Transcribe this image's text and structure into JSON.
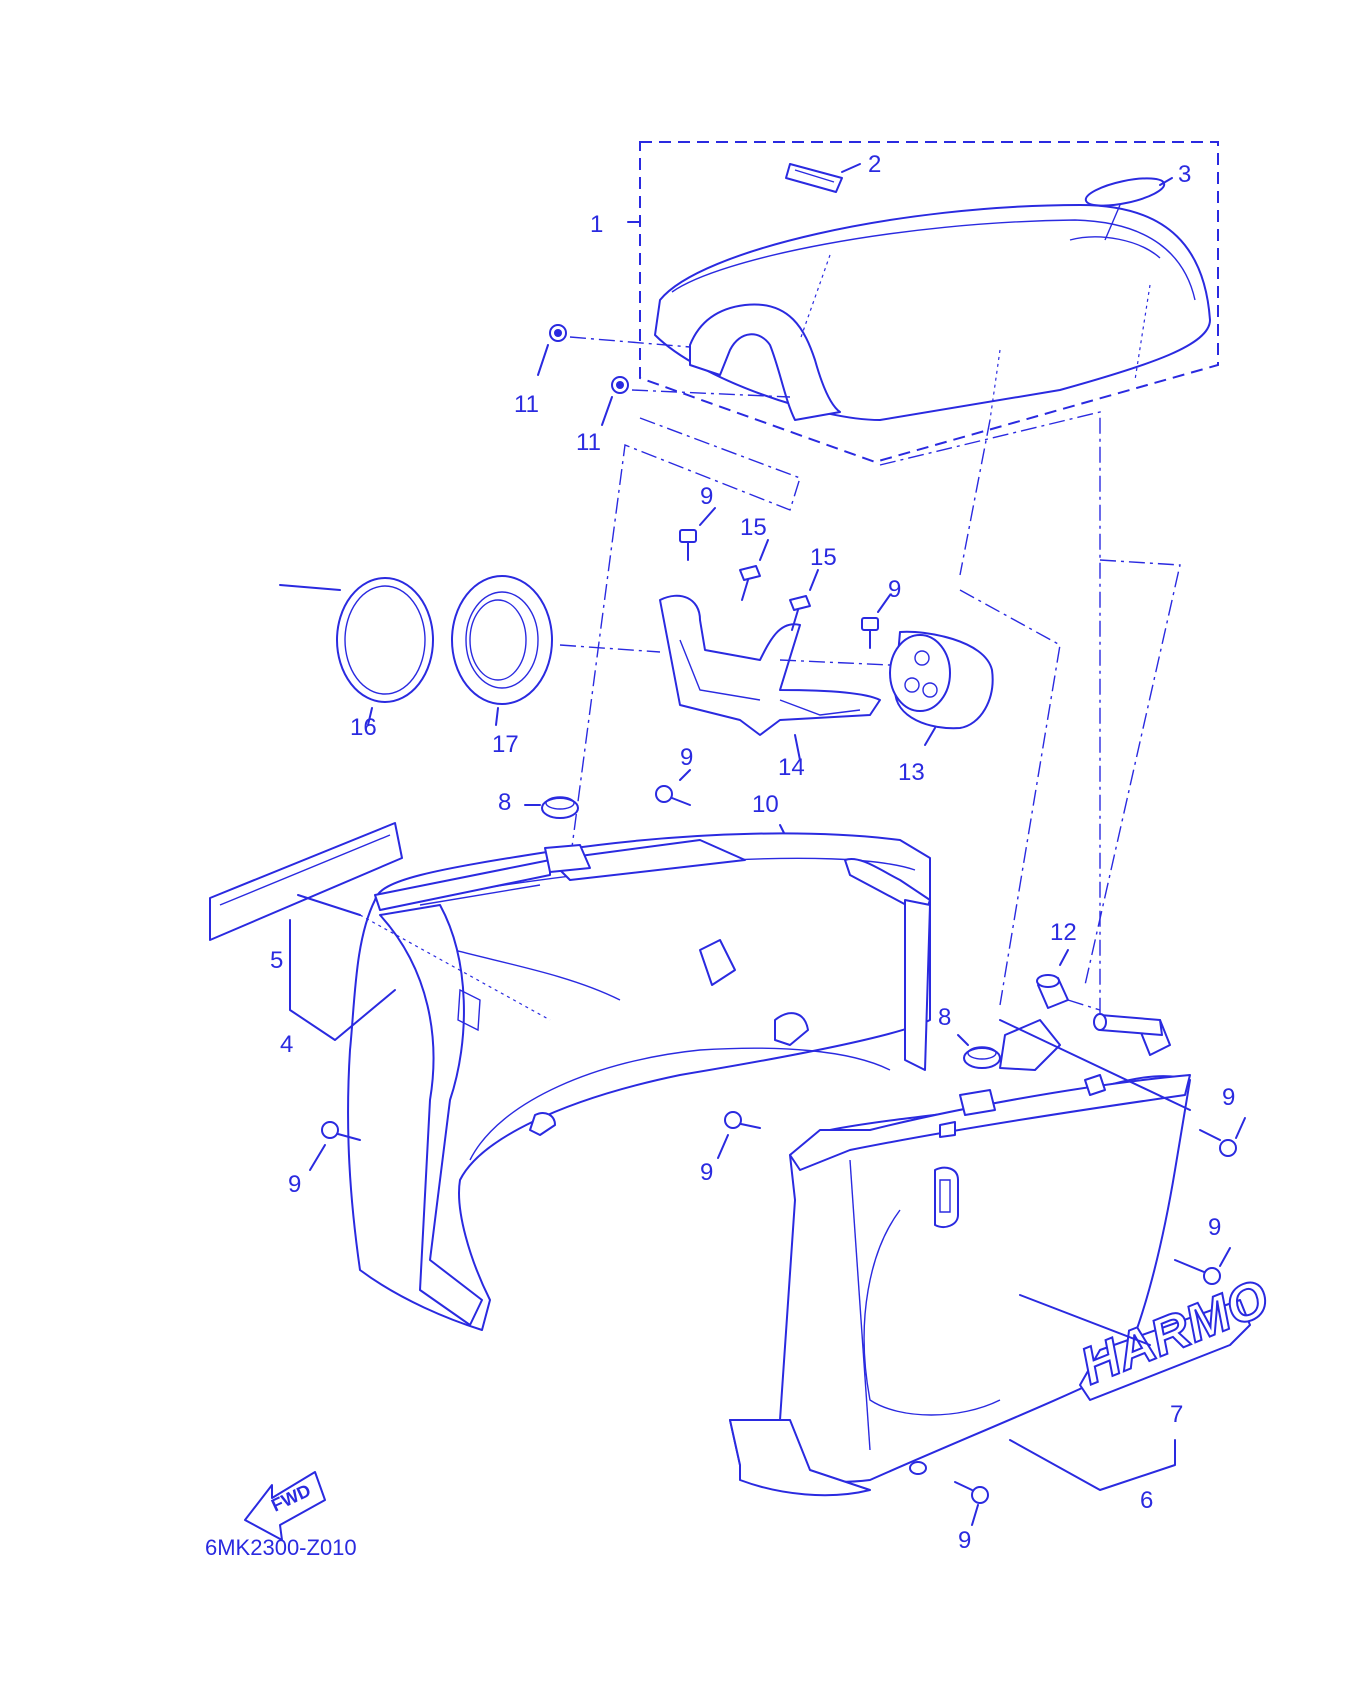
{
  "diagram": {
    "code": "6MK2300-Z010",
    "fwd_label": "FWD",
    "decal_text": "HARMO",
    "callouts": {
      "c1": "1",
      "c2": "2",
      "c3": "3",
      "c4": "4",
      "c5": "5",
      "c6": "6",
      "c7": "7",
      "c8a": "8",
      "c8b": "8",
      "c9a": "9",
      "c9b": "9",
      "c9c": "9",
      "c9d": "9",
      "c9e": "9",
      "c9f": "9",
      "c9g": "9",
      "c9h": "9",
      "c10": "10",
      "c11a": "11",
      "c11b": "11",
      "c12": "12",
      "c13": "13",
      "c14": "14",
      "c15a": "15",
      "c15b": "15",
      "c16": "16",
      "c17": "17"
    },
    "line_color": "#2a2ae0",
    "background": "#ffffff"
  }
}
